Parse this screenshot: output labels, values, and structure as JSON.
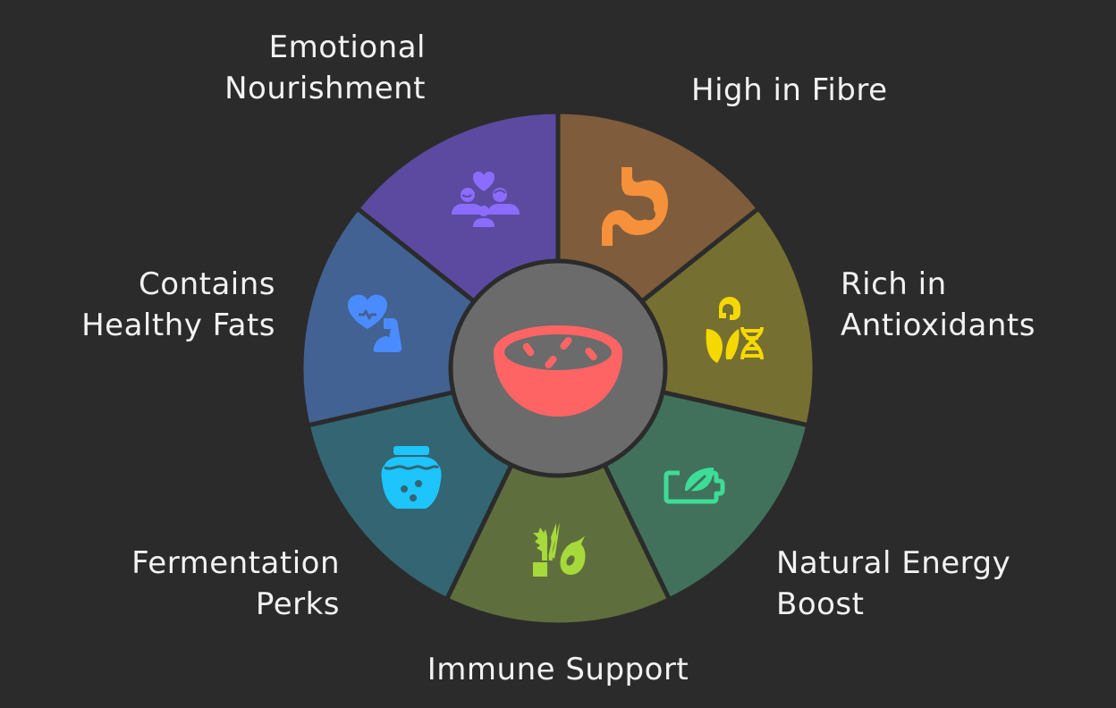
{
  "diagram": {
    "center": {
      "name": "bowl",
      "icon": "bowl-icon",
      "fill": "#6b6b6b",
      "icon_color": "#ff6464"
    },
    "segments": [
      {
        "label": "High in Fibre",
        "icon": "stomach-icon",
        "fill": "#7f5c3c",
        "icon_color": "#f5913a"
      },
      {
        "label": "Rich in\nAntioxidants",
        "icon": "leaf-dna-icon",
        "fill": "#766f32",
        "icon_color": "#f5d800"
      },
      {
        "label": "Natural Energy\nBoost",
        "icon": "eco-battery-icon",
        "fill": "#41715a",
        "icon_color": "#3ddc97"
      },
      {
        "label": "Immune Support",
        "icon": "herbs-lemon-icon",
        "fill": "#5f6e3d",
        "icon_color": "#a6d93a"
      },
      {
        "label": "Fermentation\nPerks",
        "icon": "jar-icon",
        "fill": "#336572",
        "icon_color": "#1ec4fc"
      },
      {
        "label": "Contains\nHealthy Fats",
        "icon": "heart-muscle-icon",
        "fill": "#426293",
        "icon_color": "#4a8cff"
      },
      {
        "label": "Emotional\nNourishment",
        "icon": "family-heart-icon",
        "fill": "#5b4a9f",
        "icon_color": "#8c6cff"
      }
    ],
    "divider_color": "#2b2b2b",
    "background": "#2b2b2b",
    "text_color": "#f2f2f2"
  }
}
